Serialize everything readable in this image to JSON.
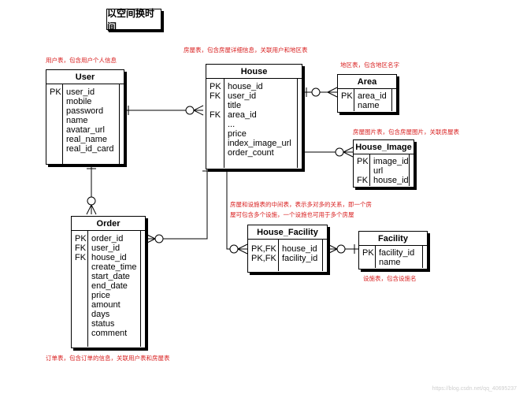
{
  "title": "以空间换时间",
  "notes": {
    "user": "用户表，包含用户个人信息",
    "house": "房屋表，包含房屋详细信息，关联用户和地区表",
    "area": "地区表，包含地区名字",
    "house_image": "房屋图片表，包含房屋图片，关联房屋表",
    "house_facility_1": "房屋和设施表的中间表，表示多对多的关系，即一个房",
    "house_facility_2": "屋可包含多个设施，一个设施也可用于多个房屋",
    "facility": "设施表，包含设施名",
    "order": "订单表，包含订单的信息，关联用户表和房屋表"
  },
  "entities": {
    "user": {
      "name": "User",
      "rows": [
        {
          "key": "PK",
          "attr": "user_id"
        },
        {
          "key": "",
          "attr": "mobile"
        },
        {
          "key": "",
          "attr": "password"
        },
        {
          "key": "",
          "attr": "name"
        },
        {
          "key": "",
          "attr": "avatar_url"
        },
        {
          "key": "",
          "attr": "real_name"
        },
        {
          "key": "",
          "attr": "real_id_card"
        }
      ]
    },
    "house": {
      "name": "House",
      "rows": [
        {
          "key": "PK",
          "attr": "house_id"
        },
        {
          "key": "FK",
          "attr": "user_id"
        },
        {
          "key": "",
          "attr": "title"
        },
        {
          "key": "FK",
          "attr": "area_id"
        },
        {
          "key": "",
          "attr": "..."
        },
        {
          "key": "",
          "attr": "price"
        },
        {
          "key": "",
          "attr": "index_image_url"
        },
        {
          "key": "",
          "attr": "order_count"
        }
      ]
    },
    "area": {
      "name": "Area",
      "rows": [
        {
          "key": "PK",
          "attr": "area_id"
        },
        {
          "key": "",
          "attr": "name"
        }
      ]
    },
    "house_image": {
      "name": "House_Image",
      "rows": [
        {
          "key": "PK",
          "attr": "image_id"
        },
        {
          "key": "",
          "attr": "url"
        },
        {
          "key": "FK",
          "attr": "house_id"
        }
      ]
    },
    "house_facility": {
      "name": "House_Facility",
      "rows": [
        {
          "key": "PK,FK",
          "attr": "house_id"
        },
        {
          "key": "PK,FK",
          "attr": "facility_id"
        }
      ]
    },
    "facility": {
      "name": "Facility",
      "rows": [
        {
          "key": "PK",
          "attr": "facility_id"
        },
        {
          "key": "",
          "attr": "name"
        }
      ]
    },
    "order": {
      "name": "Order",
      "rows": [
        {
          "key": "PK",
          "attr": "order_id"
        },
        {
          "key": "FK",
          "attr": "user_id"
        },
        {
          "key": "FK",
          "attr": "house_id"
        },
        {
          "key": "",
          "attr": "create_time"
        },
        {
          "key": "",
          "attr": "start_date"
        },
        {
          "key": "",
          "attr": "end_date"
        },
        {
          "key": "",
          "attr": "price"
        },
        {
          "key": "",
          "attr": "amount"
        },
        {
          "key": "",
          "attr": "days"
        },
        {
          "key": "",
          "attr": "status"
        },
        {
          "key": "",
          "attr": "comment"
        }
      ]
    }
  },
  "watermark": "https://blog.csdn.net/qq_40695237"
}
